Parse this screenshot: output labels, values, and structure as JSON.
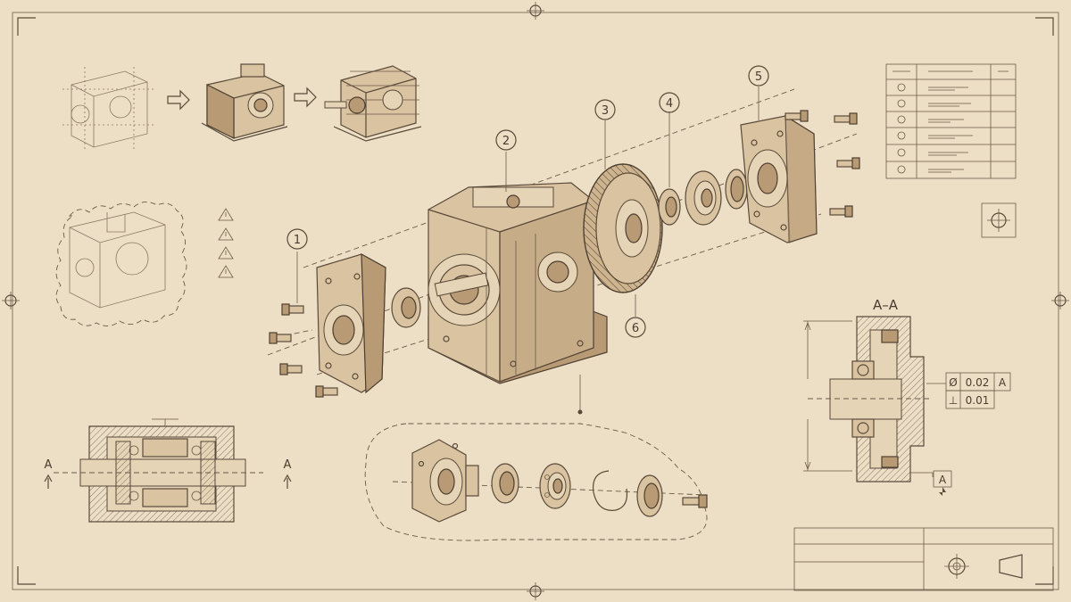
{
  "callouts": [
    "1",
    "2",
    "3",
    "4",
    "5",
    "6"
  ],
  "section": {
    "title": "A–A",
    "fcf": [
      {
        "symbol": "Ø",
        "tolerance": "0.02",
        "datum": "A"
      },
      {
        "symbol": "⊥",
        "tolerance": "0.01",
        "datum": ""
      }
    ],
    "datum_label": "A"
  },
  "cut_plane_label": "A",
  "colors": {
    "paper": "#ecdfc6",
    "ink": "#5a4a3a",
    "part": "#d9c3a0",
    "shade": "#b89a74"
  },
  "icons": [
    "warning-icon",
    "registration-mark-icon",
    "projection-symbol-icon",
    "arrow-right-icon"
  ]
}
